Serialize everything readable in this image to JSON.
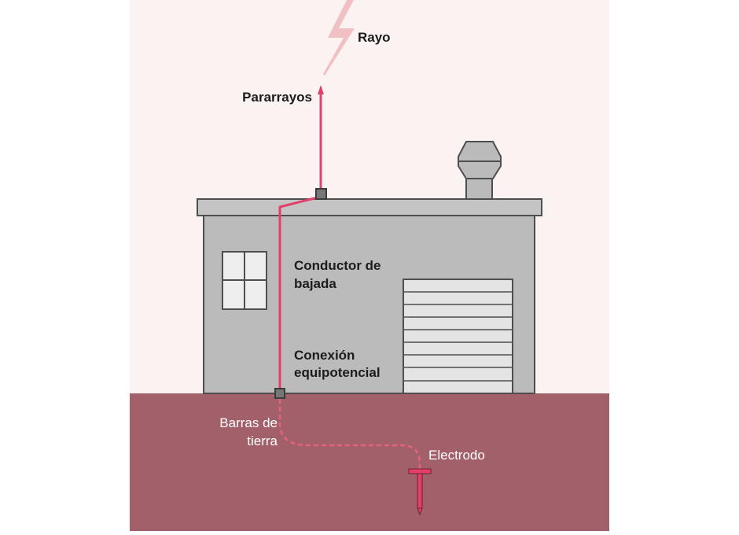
{
  "labels": {
    "lightning": "Rayo",
    "rod": "Pararrayos",
    "down_conductor_line1": "Conductor de",
    "down_conductor_line2": "bajada",
    "bonding_line1": "Conexión",
    "bonding_line2": "equipotencial",
    "ground_bars_line1": "Barras de",
    "ground_bars_line2": "tierra",
    "electrode": "Electrodo"
  },
  "colors": {
    "sky": "#fbf3f1",
    "ground": "#a2606a",
    "building": "#bbbbbb",
    "building_outline": "#4e4e4e",
    "conductor": "#e43f6b",
    "lightning": "#f0c0c4",
    "garage_door": "#e4e4e4",
    "window_pane": "#eeeeee",
    "label_dark": "#1c1c1c",
    "label_light": "#ffffff"
  },
  "icons": {
    "lightning": "lightning-bolt-icon",
    "vent": "roof-vent-icon"
  }
}
